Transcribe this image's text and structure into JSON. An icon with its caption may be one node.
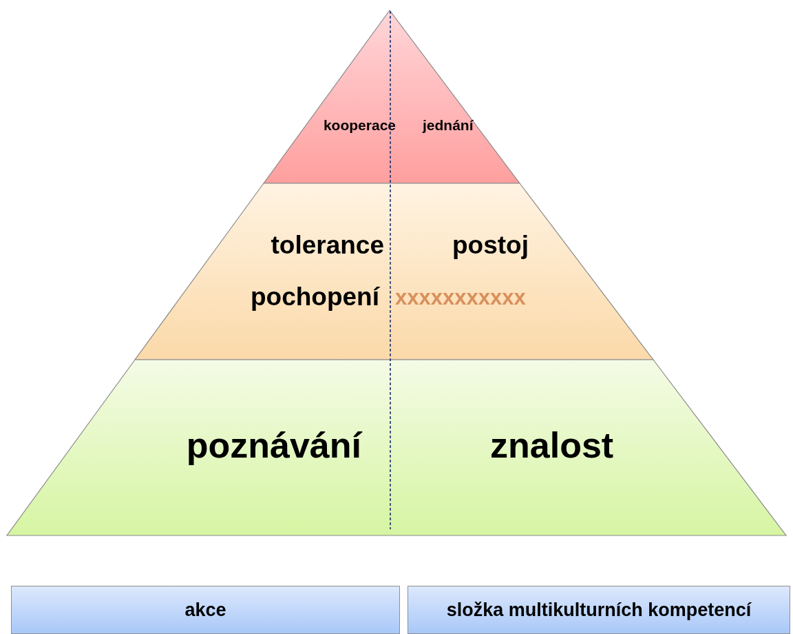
{
  "diagram": {
    "nodes": [
      {
        "text": [
          "kooperace",
          "jednání"
        ]
      },
      {
        "text": [
          "tolerance",
          "postoj",
          "pochopení",
          "xxxxxxxxxxx"
        ]
      },
      {
        "text": [
          "poznávání",
          "znalost"
        ]
      },
      {
        "text": [
          "akce"
        ]
      },
      {
        "text": [
          "složka multikulturních kompetencí"
        ]
      }
    ],
    "edges": []
  }
}
